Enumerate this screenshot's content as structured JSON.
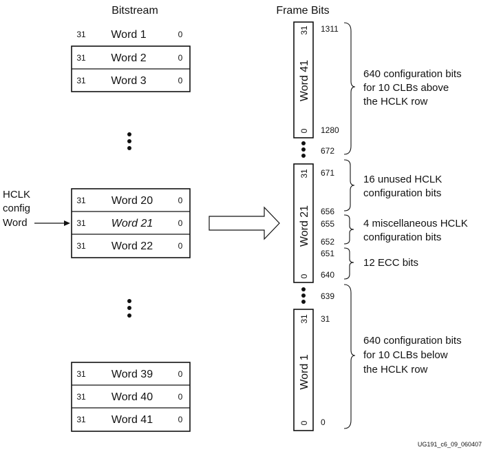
{
  "headers": {
    "bitstream": "Bitstream",
    "frame_bits": "Frame Bits"
  },
  "bitstream": {
    "rows": [
      {
        "msb": "31",
        "label": "Word 1",
        "lsb": "0"
      },
      {
        "msb": "31",
        "label": "Word 2",
        "lsb": "0"
      },
      {
        "msb": "31",
        "label": "Word 3",
        "lsb": "0"
      },
      {
        "msb": "31",
        "label": "Word 20",
        "lsb": "0"
      },
      {
        "msb": "31",
        "label": "Word 21",
        "lsb": "0"
      },
      {
        "msb": "31",
        "label": "Word 22",
        "lsb": "0"
      },
      {
        "msb": "31",
        "label": "Word 39",
        "lsb": "0"
      },
      {
        "msb": "31",
        "label": "Word 40",
        "lsb": "0"
      },
      {
        "msb": "31",
        "label": "Word 41",
        "lsb": "0"
      }
    ]
  },
  "hclk": {
    "line1": "HCLK",
    "line2": "config",
    "line3": "Word"
  },
  "frame": {
    "words": [
      {
        "label": "Word 41",
        "msb": "31",
        "lsb": "0"
      },
      {
        "label": "Word 21",
        "msb": "31",
        "lsb": "0"
      },
      {
        "label": "Word 1",
        "msb": "31",
        "lsb": "0"
      }
    ],
    "bit_numbers": [
      "1311",
      "1280",
      "672",
      "671",
      "656",
      "655",
      "652",
      "651",
      "640",
      "639",
      "31",
      "0"
    ]
  },
  "annotations": {
    "above": [
      "640 configuration bits",
      "for 10 CLBs above",
      "the HCLK row"
    ],
    "unused": [
      "16 unused HCLK",
      "configuration bits"
    ],
    "misc": [
      "4 miscellaneous HCLK",
      "configuration bits"
    ],
    "ecc": [
      "12 ECC bits"
    ],
    "below": [
      "640 configuration bits",
      "for 10 CLBs below",
      "the HCLK row"
    ]
  },
  "figure_id": "UG191_c6_09_060407"
}
